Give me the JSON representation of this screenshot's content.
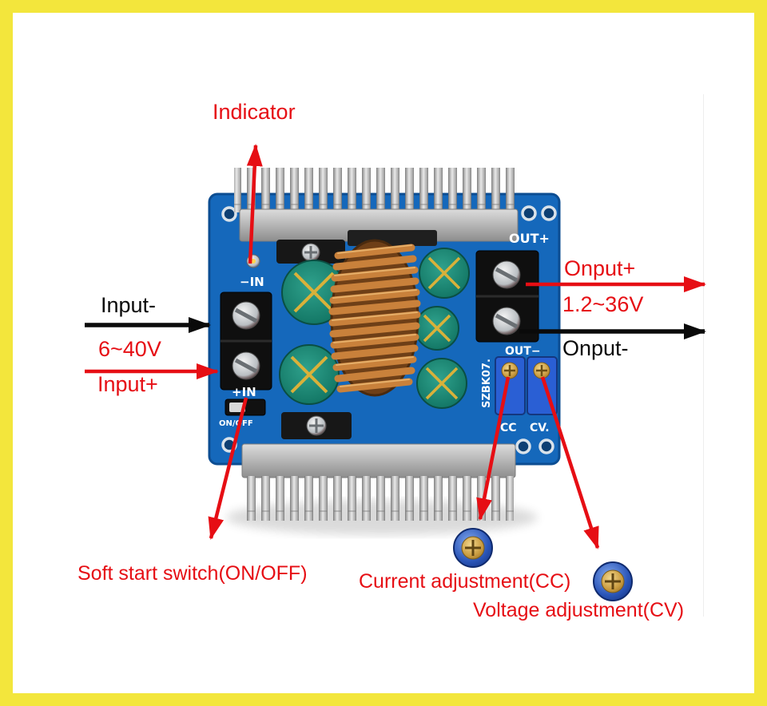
{
  "colors": {
    "frame_yellow": "#f3e63c",
    "annotation_red": "#e60e14",
    "annotation_black": "#0a0a0a",
    "pcb_blue": "#1568bb",
    "heatsink_silver": "#b5b5b5",
    "coil_copper": "#c9813b",
    "capacitor_teal": "#157a68"
  },
  "labels": {
    "indicator": "Indicator",
    "input_minus": "Input-",
    "input_range": "6~40V",
    "input_plus": "Input+",
    "output_plus": "Onput+",
    "output_range": "1.2~36V",
    "output_minus": "Onput-",
    "soft_start": "Soft start switch(ON/OFF)",
    "current_adjust": "Current adjustment(CC)",
    "voltage_adjust": "Voltage adjustment(CV)"
  },
  "silkscreen": {
    "out_plus": "OUT+",
    "out_minus": "OUT−",
    "in_minus": "−IN",
    "in_plus": "+IN",
    "on_off": "ON/OFF",
    "cc": "CC",
    "cv": "CV.",
    "model": "SZBK07."
  }
}
